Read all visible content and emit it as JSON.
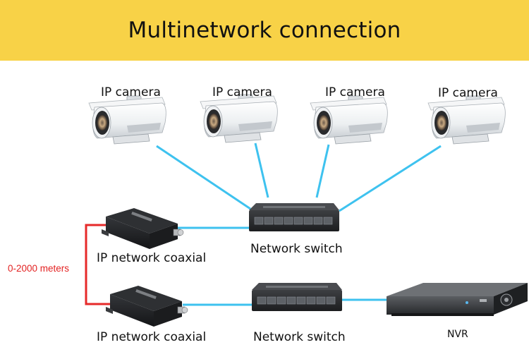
{
  "header": {
    "title": "Multinetwork connection"
  },
  "cameras": [
    {
      "label": "IP camera"
    },
    {
      "label": "IP camera"
    },
    {
      "label": "IP camera"
    },
    {
      "label": "IP camera"
    }
  ],
  "top_coaxial": {
    "label": "IP network coaxial"
  },
  "bottom_coaxial": {
    "label": "IP network coaxial"
  },
  "top_switch": {
    "label": "Network switch"
  },
  "bottom_switch": {
    "label": "Network switch"
  },
  "nvr": {
    "label": "NVR"
  },
  "distance": {
    "label": "0-2000 meters"
  },
  "colors": {
    "header_bg": "#f8d247",
    "ethernet_link": "#3ec2ef",
    "coax_link": "#e62a2a"
  }
}
